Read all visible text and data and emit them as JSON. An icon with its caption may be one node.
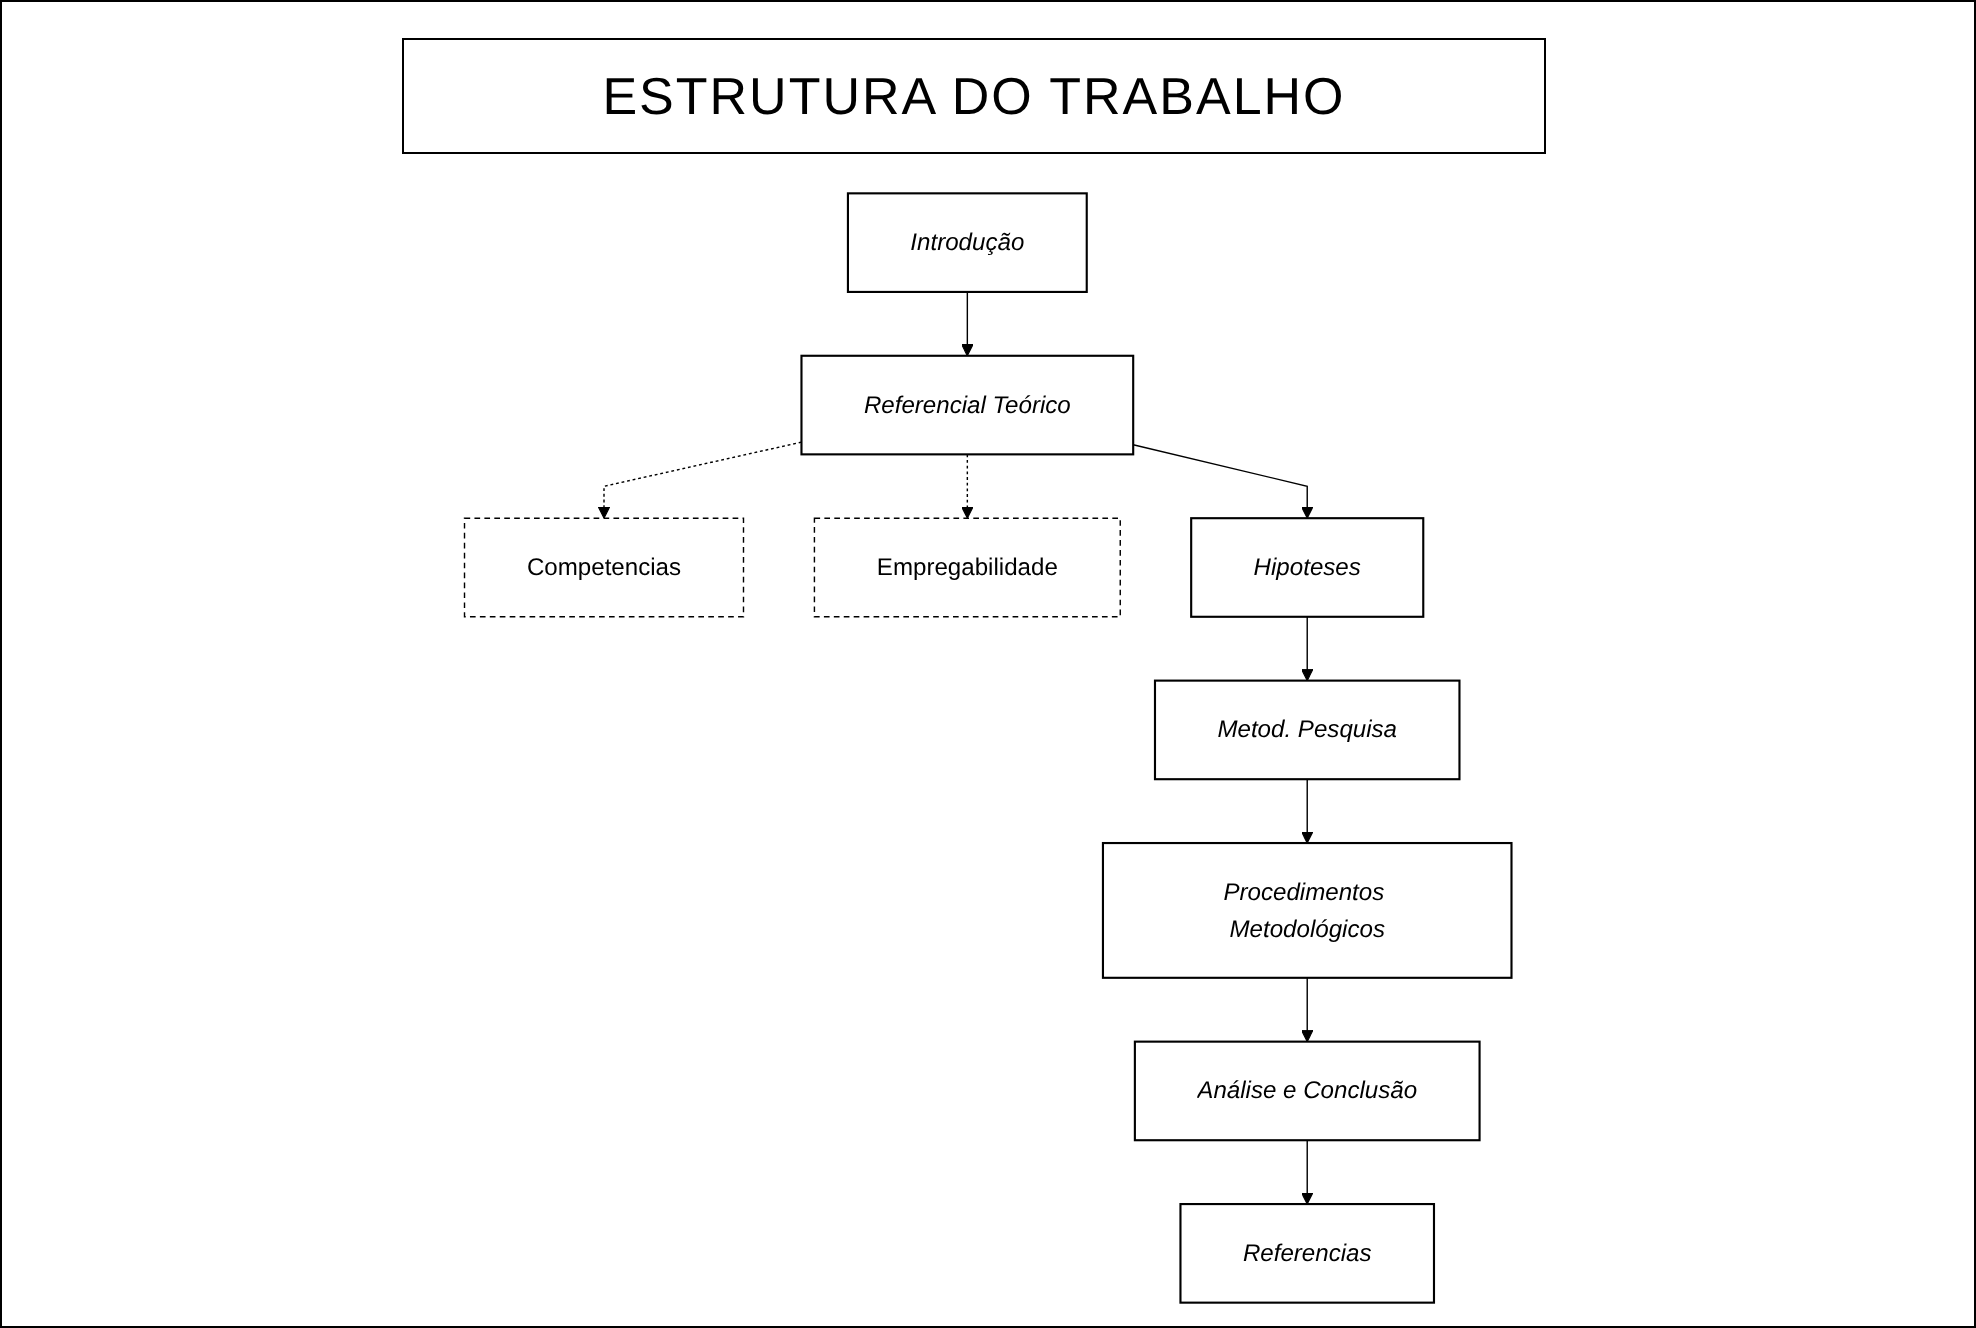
{
  "diagram": {
    "title": "ESTRUTURA DO TRABALHO",
    "nodes": [
      {
        "text": [
          "Introdução"
        ]
      },
      {
        "text": [
          "Referencial Teórico"
        ]
      },
      {
        "text": [
          "Competencias"
        ]
      },
      {
        "text": [
          "Empregabilidade"
        ]
      },
      {
        "text": [
          "Hipoteses"
        ]
      },
      {
        "text": [
          "Metod. Pesquisa"
        ]
      },
      {
        "text": [
          "Análise e Conclusão"
        ]
      },
      {
        "text": [
          "Procedimentos Metodológicos"
        ]
      },
      {
        "text": [
          "Referencias"
        ]
      }
    ],
    "edges": [
      {
        "from": 0,
        "to": 1,
        "arrow": "to"
      },
      {
        "from": 1,
        "to": 2,
        "arrow": "to",
        "style": "dashed"
      },
      {
        "from": 1,
        "to": 3,
        "arrow": "to",
        "style": "dashed"
      },
      {
        "from": 1,
        "to": 4,
        "arrow": "to"
      },
      {
        "from": 4,
        "to": 5,
        "arrow": "to"
      },
      {
        "from": 5,
        "to": 7,
        "arrow": "to"
      },
      {
        "from": 7,
        "to": 6,
        "arrow": "to"
      },
      {
        "from": 6,
        "to": 8,
        "arrow": "to"
      }
    ]
  }
}
